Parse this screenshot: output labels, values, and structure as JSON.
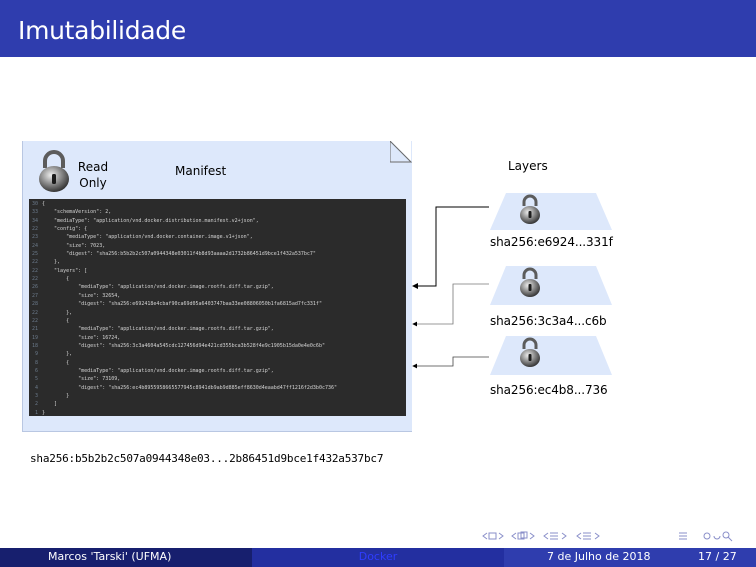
{
  "title": "Imutabilidade",
  "manifest": {
    "read_only_line1": "Read",
    "read_only_line2": "Only",
    "title": "Manifest",
    "code_lines": [
      {
        "n": "30",
        "t": "{"
      },
      {
        "n": "33",
        "t": "    \"schemaVersion\": 2,"
      },
      {
        "n": "34",
        "t": "    \"mediaType\": \"application/vnd.docker.distribution.manifest.v2+json\","
      },
      {
        "n": "22",
        "t": "    \"config\": {"
      },
      {
        "n": "23",
        "t": "        \"mediaType\": \"application/vnd.docker.container.image.v1+json\","
      },
      {
        "n": "24",
        "t": "        \"size\": 7023,"
      },
      {
        "n": "25",
        "t": "        \"digest\": \"sha256:b5b2b2c507a0944348e03011f4b8d93aaaa2d1732b86451d9bce1f432a537bc7\""
      },
      {
        "n": "22",
        "t": "    },"
      },
      {
        "n": "22",
        "t": "    \"layers\": ["
      },
      {
        "n": "22",
        "t": "        {"
      },
      {
        "n": "26",
        "t": "            \"mediaType\": \"application/vnd.docker.image.rootfs.diff.tar.gzip\","
      },
      {
        "n": "27",
        "t": "            \"size\": 32654,"
      },
      {
        "n": "28",
        "t": "            \"digest\": \"sha256:e692418e4cbaf90ca69d05a6403747baa33ee08806050b1fa6815ad7fc331f\""
      },
      {
        "n": "22",
        "t": "        },"
      },
      {
        "n": "22",
        "t": "        {"
      },
      {
        "n": "21",
        "t": "            \"mediaType\": \"application/vnd.docker.image.rootfs.diff.tar.gzip\","
      },
      {
        "n": "19",
        "t": "            \"size\": 16724,"
      },
      {
        "n": "18",
        "t": "            \"digest\": \"sha256:3c3a4604a545cdc127456d94e421cd355bca3b528f4e9c1905b15da0e4e0c6b\""
      },
      {
        "n": "9",
        "t": "        },"
      },
      {
        "n": "8",
        "t": "        {"
      },
      {
        "n": "6",
        "t": "            \"mediaType\": \"application/vnd.docker.image.rootfs.diff.tar.gzip\","
      },
      {
        "n": "5",
        "t": "            \"size\": 73109,"
      },
      {
        "n": "4",
        "t": "            \"digest\": \"sha256:ec4b8955958665577945c8941db9ab9d885eff8630d4eaabd47ff1216f2d3b0c736\""
      },
      {
        "n": "3",
        "t": "        }"
      },
      {
        "n": "2",
        "t": "    ]"
      },
      {
        "n": "1",
        "t": "}"
      }
    ]
  },
  "layers": {
    "title": "Layers",
    "items": [
      {
        "label": "sha256:e6924...331f"
      },
      {
        "label": "sha256:3c3a4...c6b"
      },
      {
        "label": "sha256:ec4b8...736"
      }
    ]
  },
  "config_hash": "sha256:b5b2b2c507a0944348e03...2b86451d9bce1f432a537bc7",
  "footer": {
    "author": "Marcos 'Tarski'  (UFMA)",
    "talk": "Docker",
    "date": "7 de Julho de 2018",
    "pages": "17 / 27"
  },
  "nav_icons": [
    "nav-prev-frame",
    "nav-next-frame",
    "nav-prev-subsection",
    "nav-next-subsection",
    "nav-prev-section",
    "nav-next-section",
    "nav-toc",
    "nav-search"
  ],
  "colors": {
    "title_bar": "#2f3dae",
    "footer_left": "#171f6e",
    "footer_mid": "#232fa0",
    "card": "#dde8fb",
    "code_bg": "#2b2b2b"
  }
}
